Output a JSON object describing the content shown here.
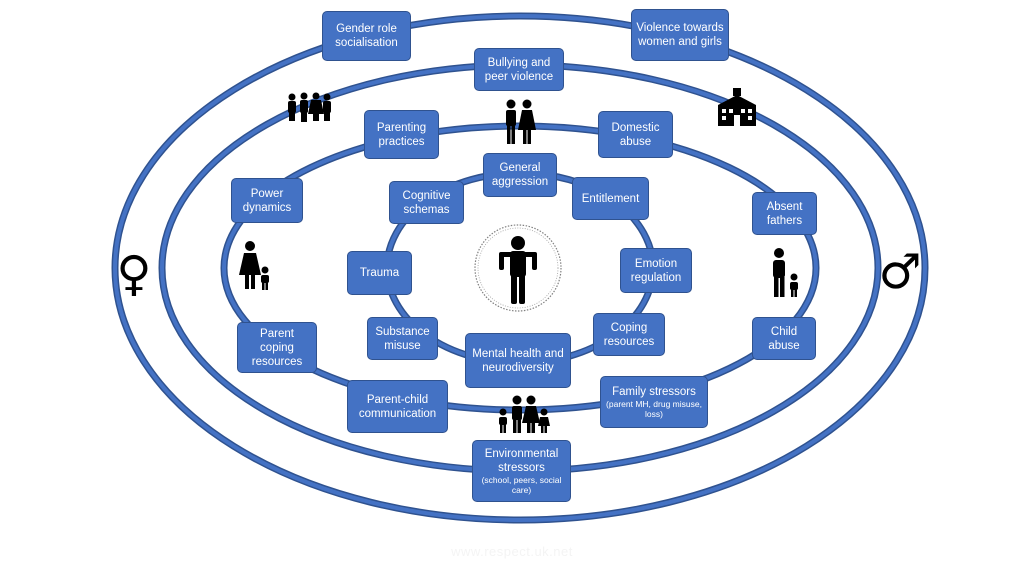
{
  "labels": {
    "gender_role": "Gender role socialisation",
    "violence_women": "Violence towards women and girls",
    "bullying": "Bullying and peer violence",
    "parenting": "Parenting practices",
    "domestic": "Domestic abuse",
    "general_aggression": "General aggression",
    "cognitive": "Cognitive schemas",
    "entitlement": "Entitlement",
    "power": "Power dynamics",
    "absent_fathers": "Absent fathers",
    "trauma": "Trauma",
    "emotion": "Emotion regulation",
    "substance": "Substance misuse",
    "coping": "Coping resources",
    "parent_coping": "Parent coping resources",
    "mental_health": "Mental health and neurodiversity",
    "child_abuse": "Child abuse",
    "parent_child": "Parent-child communication",
    "family_stressors": "Family stressors",
    "family_stressors_sub": "(parent MH, drug misuse, loss)",
    "environmental": "Environmental stressors",
    "environmental_sub": "(school, peers, social care)"
  },
  "symbols": {
    "female": "♀",
    "male": "♂"
  },
  "icons": [
    "female-symbol-icon",
    "male-symbol-icon",
    "group-of-people-icon",
    "couple-icon",
    "school-building-icon",
    "mother-child-icon",
    "father-child-icon",
    "family-icon",
    "person-icon"
  ],
  "footer": "www.respect.uk.net",
  "colors": {
    "ring": "#4472c4",
    "box": "#4472c4",
    "box_border": "#2f528f",
    "text": "#ffffff"
  }
}
